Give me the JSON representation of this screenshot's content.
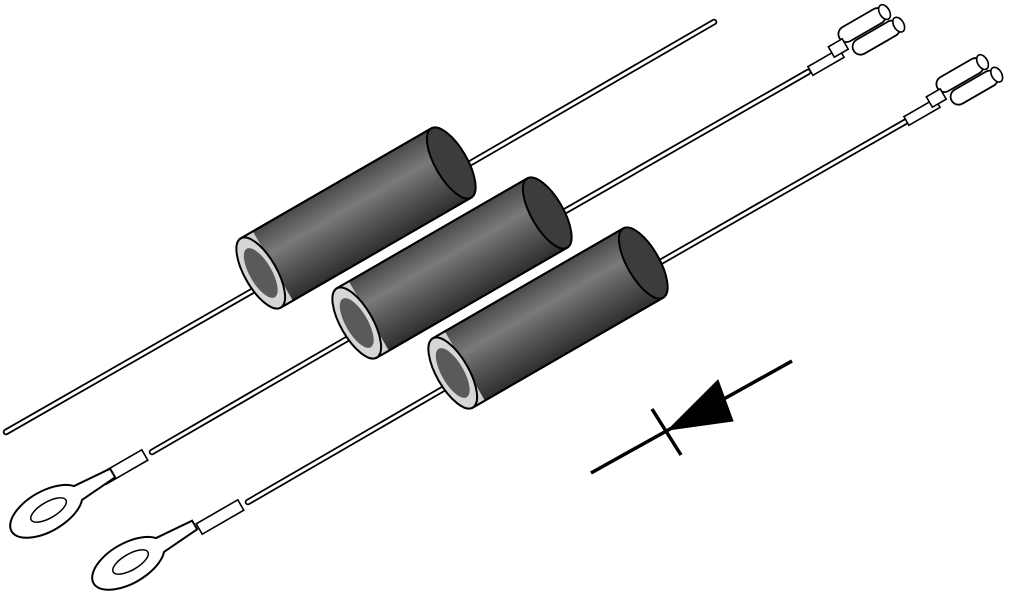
{
  "diagram": {
    "components": [
      {
        "id": "diode-1",
        "kind": "diode",
        "lead_left": "plain-wire",
        "lead_right": "plain-wire"
      },
      {
        "id": "diode-2",
        "kind": "diode",
        "lead_left": "ring-terminal",
        "lead_right": "double-spade-terminal"
      },
      {
        "id": "diode-3",
        "kind": "diode",
        "lead_left": "ring-terminal",
        "lead_right": "double-spade-terminal"
      }
    ],
    "symbol": {
      "kind": "diode-symbol",
      "orientation": "pointing-left-down"
    },
    "colors": {
      "background": "#ffffff",
      "body_dark": "#3a3a3a",
      "body_mid": "#6b6b6b",
      "band": "#c8c8c8",
      "line": "#000000"
    }
  }
}
